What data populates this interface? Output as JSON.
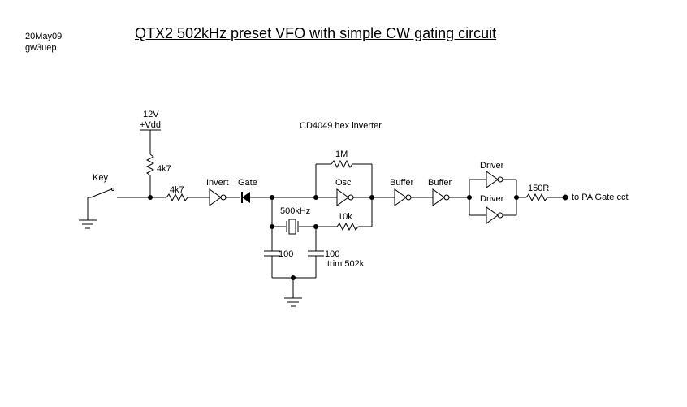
{
  "header": {
    "date": "20May09",
    "author": "gw3uep",
    "title": "QTX2 502kHz preset VFO with simple CW gating circuit"
  },
  "labels": {
    "supply_voltage": "12V",
    "supply_rail": "+Vdd",
    "pullup_resistor": "4k7",
    "key": "Key",
    "series_resistor": "4k7",
    "invert": "Invert",
    "gate": "Gate",
    "ic": "CD4049 hex inverter",
    "feedback_resistor": "1M",
    "osc": "Osc",
    "crystal": "500kHz",
    "osc_resistor": "10k",
    "cap_left": "100",
    "cap_right": "100",
    "trim": "trim 502k",
    "buffer1": "Buffer",
    "buffer2": "Buffer",
    "driver1": "Driver",
    "driver2": "Driver",
    "output_resistor": "150R",
    "output": "to PA Gate cct"
  }
}
